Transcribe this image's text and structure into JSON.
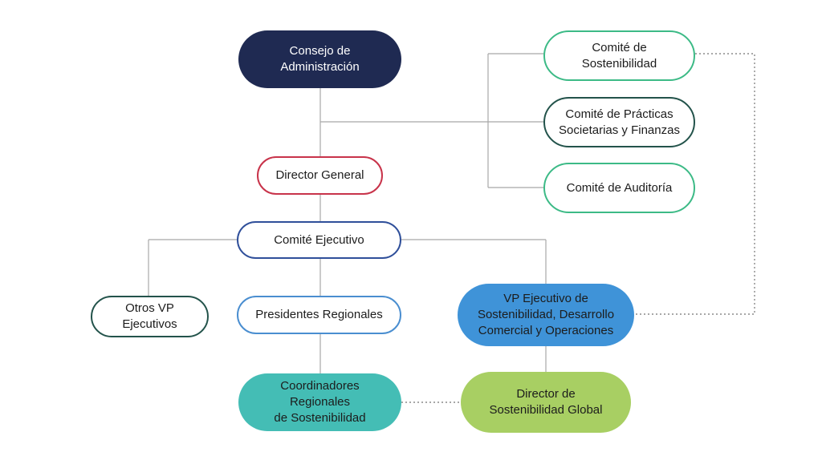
{
  "colors": {
    "navy": "#1f2a52",
    "red": "#c8334a",
    "blue_outline": "#2f4f9a",
    "light_blue_outline": "#4a8ed0",
    "green_outline": "#3cba86",
    "dark_teal_outline": "#23534b",
    "teal_fill": "#44bdb5",
    "blue_fill": "#3f93d8",
    "lime_fill": "#a8cf63",
    "connector": "#a8a8a8"
  },
  "nodes": {
    "consejo": {
      "label": "Consejo de\nAdministración"
    },
    "comite_sostenibilidad": {
      "label": "Comité de\nSostenibilidad"
    },
    "comite_practicas": {
      "label": "Comité de Prácticas\nSocietarias y Finanzas"
    },
    "comite_auditoria": {
      "label": "Comité de Auditoría"
    },
    "director_general": {
      "label": "Director General"
    },
    "comite_ejecutivo": {
      "label": "Comité Ejecutivo"
    },
    "otros_vp": {
      "label": "Otros VP\nEjecutivos"
    },
    "presidentes_regionales": {
      "label": "Presidentes Regionales"
    },
    "vp_ejecutivo": {
      "label": "VP Ejecutivo de\nSostenibilidad, Desarrollo\nComercial y Operaciones"
    },
    "coordinadores": {
      "label": "Coordinadores\nRegionales\nde Sostenibilidad"
    },
    "director_sostenibilidad": {
      "label": "Director de\nSostenibilidad Global"
    }
  }
}
